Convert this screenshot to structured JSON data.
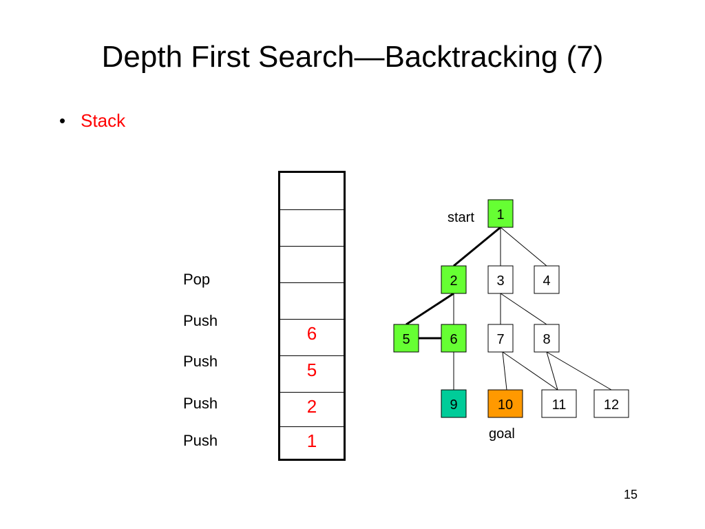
{
  "slide": {
    "title": "Depth First Search—Backtracking (7)",
    "bullet": "Stack",
    "page_number": "15"
  },
  "stack": {
    "cells": [
      "",
      "",
      "",
      "",
      "6",
      "5",
      "2",
      "1"
    ],
    "operations": [
      "Pop",
      "Push",
      "Push",
      "Push",
      "Push"
    ]
  },
  "tree": {
    "start_label": "start",
    "goal_label": "goal",
    "nodes": [
      {
        "id": "1",
        "fill": "#66ff33"
      },
      {
        "id": "2",
        "fill": "#66ff33"
      },
      {
        "id": "3",
        "fill": "#ffffff"
      },
      {
        "id": "4",
        "fill": "#ffffff"
      },
      {
        "id": "5",
        "fill": "#66ff33"
      },
      {
        "id": "6",
        "fill": "#66ff33"
      },
      {
        "id": "7",
        "fill": "#ffffff"
      },
      {
        "id": "8",
        "fill": "#ffffff"
      },
      {
        "id": "9",
        "fill": "#00cc99"
      },
      {
        "id": "10",
        "fill": "#ff9900"
      },
      {
        "id": "11",
        "fill": "#ffffff"
      },
      {
        "id": "12",
        "fill": "#ffffff"
      }
    ],
    "edges": [
      {
        "from": "1",
        "to": "2",
        "bold": true
      },
      {
        "from": "1",
        "to": "3",
        "bold": false
      },
      {
        "from": "1",
        "to": "4",
        "bold": false
      },
      {
        "from": "2",
        "to": "5",
        "bold": true
      },
      {
        "from": "2",
        "to": "6",
        "bold": false
      },
      {
        "from": "5",
        "to": "6",
        "bold": true
      },
      {
        "from": "3",
        "to": "7",
        "bold": false
      },
      {
        "from": "3",
        "to": "8",
        "bold": false
      },
      {
        "from": "6",
        "to": "9",
        "bold": false
      },
      {
        "from": "7",
        "to": "10",
        "bold": false
      },
      {
        "from": "7",
        "to": "11",
        "bold": false
      },
      {
        "from": "8",
        "to": "11",
        "bold": false
      },
      {
        "from": "8",
        "to": "12",
        "bold": false
      }
    ]
  }
}
